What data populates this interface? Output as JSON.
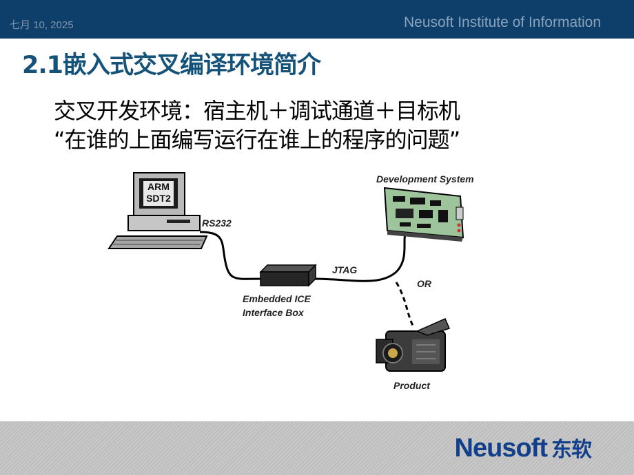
{
  "header": {
    "date": "七月 10, 2025",
    "institute": "Neusoft Institute of Information"
  },
  "slide": {
    "title": "2.1嵌入式交叉编译环境简介",
    "line1": "交叉开发环境：宿主机＋调试通道＋目标机",
    "line2": "“在谁的上面编写运行在谁上的程序的问题”"
  },
  "diagram": {
    "screen_line1": "ARM",
    "screen_line2": "SDT2",
    "rs232": "RS232",
    "jtag": "JTAG",
    "ice_line1": "Embedded ICE",
    "ice_line2": "Interface Box",
    "dev_system": "Development System",
    "or": "OR",
    "product": "Product"
  },
  "footer": {
    "brand": "Neusoft",
    "brand_cn": "东软"
  }
}
